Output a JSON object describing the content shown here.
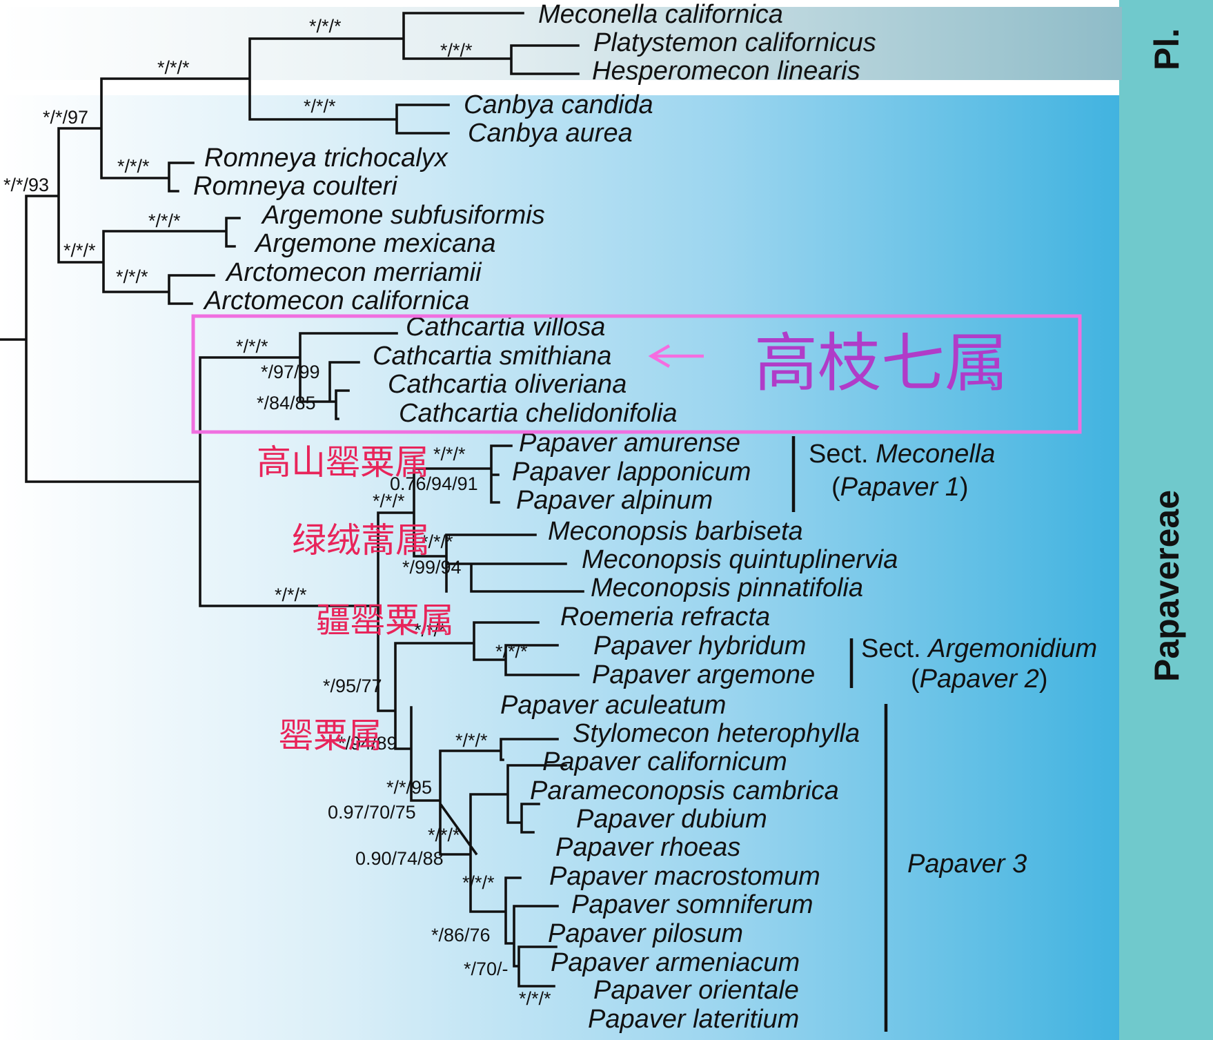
{
  "band_labels": {
    "top": "Pl.",
    "main": "Papavereae"
  },
  "colors": {
    "band_top": "#8fbcc8",
    "band_main": "#41b3e0",
    "right_strip": "#70c9cc",
    "box": "#f06fe0",
    "arrow": "#f56de0",
    "chinese": "#b03cc8",
    "red": "#e8245a"
  },
  "taxa": [
    "Meconella californica",
    "Platystemon californicus",
    "Hesperomecon linearis",
    "Canbya candida",
    "Canbya aurea",
    "Romneya trichocalyx",
    "Romneya coulteri",
    "Argemone subfusiformis",
    "Argemone mexicana",
    "Arctomecon merriamii",
    "Arctomecon californica",
    "Cathcartia villosa",
    "Cathcartia smithiana",
    "Cathcartia oliveriana",
    "Cathcartia chelidonifolia",
    "Papaver amurense",
    "Papaver lapponicum",
    "Papaver alpinum",
    "Meconopsis barbiseta",
    "Meconopsis quintuplinervia",
    "Meconopsis pinnatifolia",
    "Roemeria refracta",
    "Papaver hybridum",
    "Papaver argemone",
    "Papaver aculeatum",
    "Stylomecon heterophylla",
    "Papaver californicum",
    "Parameconopsis cambrica",
    "Papaver dubium",
    "Papaver rhoeas",
    "Papaver macrostomum",
    "Papaver somniferum",
    "Papaver pilosum",
    "Papaver armeniacum",
    "Papaver orientale",
    "Papaver lateritium"
  ],
  "support_values": [
    "*/*/*",
    "*/*/*",
    "*/*/*",
    "*/*/97",
    "*/*/*",
    "*/*/93",
    "*/*/*",
    "*/*/*",
    "*/*/*",
    "*/*/*",
    "*/*/*",
    "*/97/99",
    "*/84/85",
    "*/*/*",
    "0.76/94/91",
    "*/*/*",
    "*/*/*",
    "*/99/94",
    "*/*/*",
    "*/*/*",
    "*/*/*",
    "*/95/77",
    "*/94/89",
    "*/*/*",
    "*/*/95",
    "0.97/70/75",
    "*/*/*",
    "0.90/74/88",
    "*/*/*",
    "*/86/76",
    "*/70/-",
    "*/*/*"
  ],
  "clade_labels": {
    "meconella_sect": "Sect.",
    "meconella_name": "Meconella",
    "meconella_sub": "Papaver 1",
    "argemonidium_sect": "Sect.",
    "argemonidium_name": "Argemonidium",
    "argemonidium_sub": "Papaver 2",
    "papaver3": "Papaver 3"
  },
  "chinese_labels": {
    "cathcartia": "高枝七属",
    "alpine": "高山罂粟属",
    "meconopsis": "绿绒蒿属",
    "roemeria": "疆罂粟属",
    "papaver": "罂粟属"
  }
}
